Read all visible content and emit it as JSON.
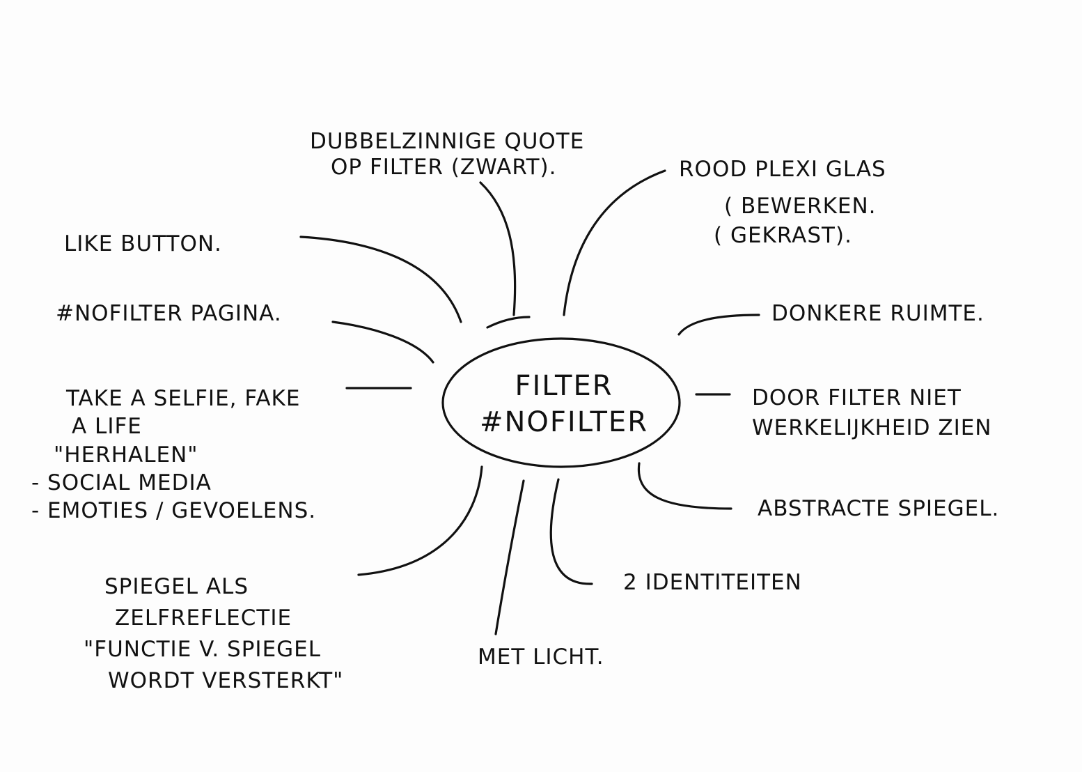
{
  "center": {
    "line1": "FILTER",
    "line2": "#NOFILTER"
  },
  "branches": {
    "quote": [
      "DUBBELZINNIGE QUOTE",
      "OP FILTER (ZWART)."
    ],
    "plexi": [
      "ROOD PLEXI GLAS",
      "( BEWERKEN.",
      "( GEKRAST)."
    ],
    "like": [
      "LIKE BUTTON."
    ],
    "nofilter_page": [
      "#NOFILTER PAGINA."
    ],
    "donkere": [
      "DONKERE RUIMTE."
    ],
    "selfie": [
      "TAKE A SELFIE, FAKE",
      "A LIFE",
      "\"HERHALEN\"",
      "- SOCIAL MEDIA",
      "- EMOTIES / GEVOELENS."
    ],
    "door_filter": [
      "DOOR FILTER NIET",
      "WERKELIJKHEID ZIEN"
    ],
    "abstracte": [
      "ABSTRACTE SPIEGEL."
    ],
    "identiteiten": [
      "2 IDENTITEITEN"
    ],
    "spiegel": [
      "SPIEGEL ALS",
      "ZELFREFLECTIE",
      "\"FUNCTIE V. SPIEGEL",
      "WORDT VERSTERKT\""
    ],
    "licht": [
      "MET LICHT."
    ]
  }
}
